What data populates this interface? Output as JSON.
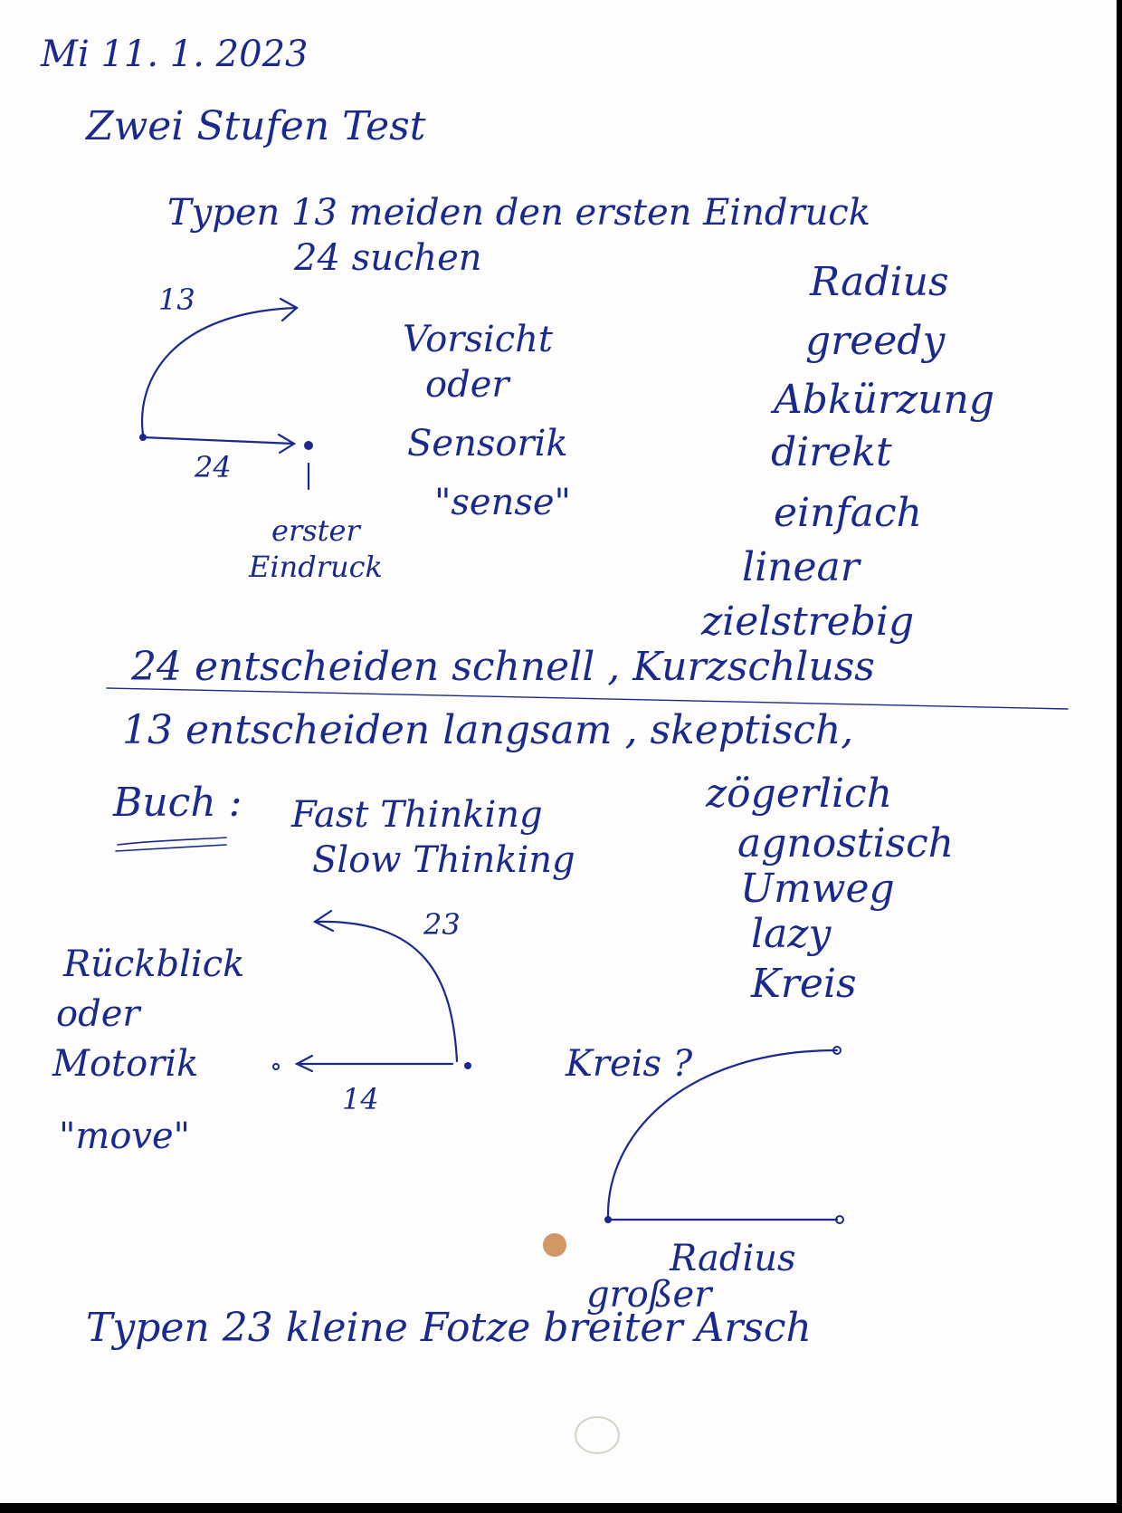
{
  "header": {
    "date": "Mi 11. 1. 2023",
    "title": "Zwei Stufen Test"
  },
  "section_top": {
    "types_line": "Typen 13 meiden den ersten Eindruck",
    "types_line2": "24 suchen",
    "diagram": {
      "label_13": "13",
      "label_24": "24",
      "first_impression_1": "erster",
      "first_impression_2": "Eindruck"
    },
    "middle_words": [
      "Vorsicht",
      "oder",
      "Sensorik",
      "\"sense\""
    ],
    "right_words": [
      "Radius",
      "greedy",
      "Abkürzung",
      "direkt",
      "einfach",
      "linear",
      "zielstrebig"
    ],
    "fast_line": "24 entscheiden schnell , Kurzschluss"
  },
  "section_bottom": {
    "slow_line": "13 entscheiden langsam , skeptisch,",
    "book_label": "Buch :",
    "book_title_1": "Fast Thinking",
    "book_title_2": "Slow Thinking",
    "right_words": [
      "zögerlich",
      "agnostisch",
      "Umweg",
      "lazy",
      "Kreis"
    ],
    "left_words": [
      "Rückblick",
      "oder",
      "Motorik",
      "\"move\""
    ],
    "diagram": {
      "label_23": "23",
      "label_14": "14"
    },
    "circle_question": "Kreis ?",
    "radius_label": "Radius",
    "groesser_label": "großer",
    "types_line": "Typen 23 kleine Fotze breiter Arsch"
  },
  "colors": {
    "ink": "#1a2a8c",
    "paper": "#fdfdfd",
    "stain": "#c9854a"
  }
}
